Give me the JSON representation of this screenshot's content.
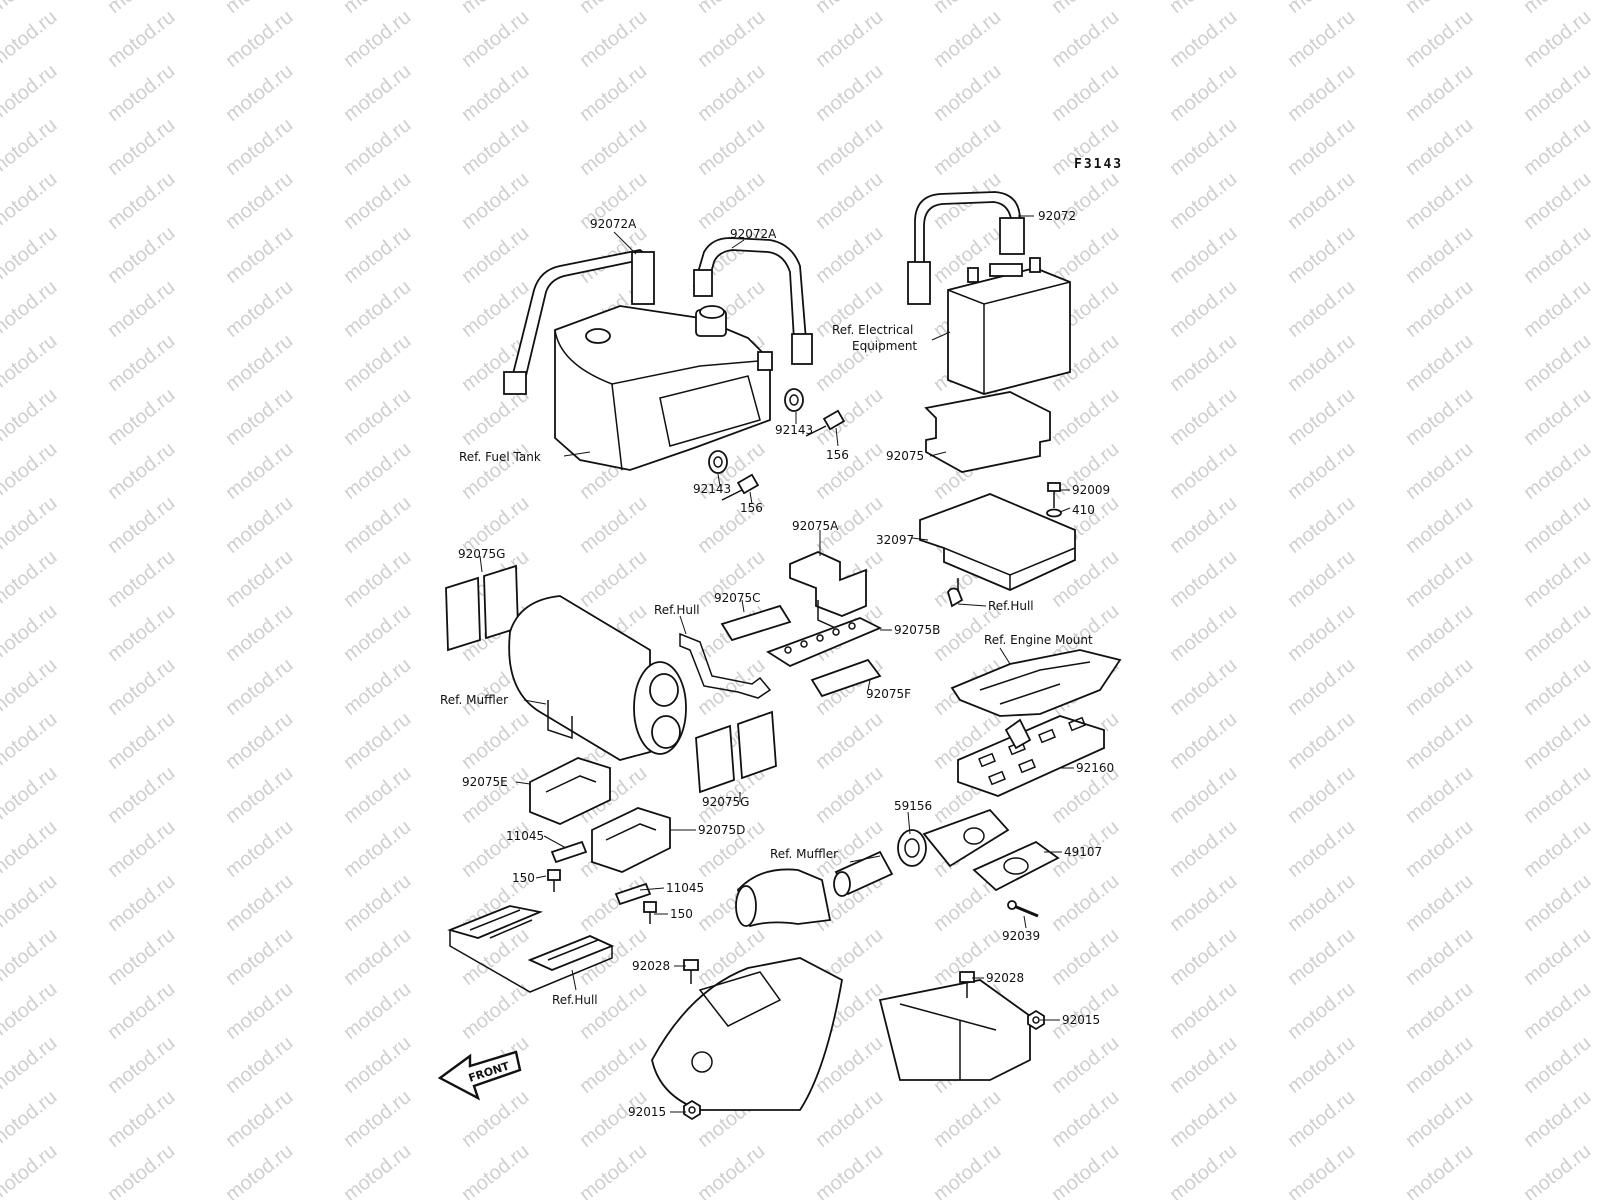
{
  "drawing_id": "F3143",
  "watermark": "motod.ru",
  "front_marker": "FRONT",
  "callouts": [
    {
      "id": "c-92072",
      "text": "92072"
    },
    {
      "id": "c-92072a-left",
      "text": "92072A"
    },
    {
      "id": "c-92072a-right",
      "text": "92072A"
    },
    {
      "id": "c-ref-electrical-1",
      "text": "Ref. Electrical"
    },
    {
      "id": "c-ref-electrical-2",
      "text": "Equipment"
    },
    {
      "id": "c-92143-upper",
      "text": "92143"
    },
    {
      "id": "c-156-upper",
      "text": "156"
    },
    {
      "id": "c-ref-fuel-tank",
      "text": "Ref. Fuel Tank"
    },
    {
      "id": "c-92143-lower",
      "text": "92143"
    },
    {
      "id": "c-156-lower",
      "text": "156"
    },
    {
      "id": "c-92075",
      "text": "92075"
    },
    {
      "id": "c-92009",
      "text": "92009"
    },
    {
      "id": "c-410",
      "text": "410"
    },
    {
      "id": "c-92075a",
      "text": "92075A"
    },
    {
      "id": "c-32097",
      "text": "32097"
    },
    {
      "id": "c-92075g-upper",
      "text": "92075G"
    },
    {
      "id": "c-ref-hull-right",
      "text": "Ref.Hull"
    },
    {
      "id": "c-92075c",
      "text": "92075C"
    },
    {
      "id": "c-ref-hull-mid",
      "text": "Ref.Hull"
    },
    {
      "id": "c-92075b",
      "text": "92075B"
    },
    {
      "id": "c-ref-engine-mount",
      "text": "Ref. Engine Mount"
    },
    {
      "id": "c-ref-muffler-left",
      "text": "Ref. Muffler"
    },
    {
      "id": "c-92075f",
      "text": "92075F"
    },
    {
      "id": "c-92160",
      "text": "92160"
    },
    {
      "id": "c-92075e",
      "text": "92075E"
    },
    {
      "id": "c-92075g-lower",
      "text": "92075G"
    },
    {
      "id": "c-59156",
      "text": "59156"
    },
    {
      "id": "c-11045-left",
      "text": "11045"
    },
    {
      "id": "c-92075d",
      "text": "92075D"
    },
    {
      "id": "c-ref-muffler-mid",
      "text": "Ref. Muffler"
    },
    {
      "id": "c-49107",
      "text": "49107"
    },
    {
      "id": "c-150-left",
      "text": "150"
    },
    {
      "id": "c-11045-right",
      "text": "11045"
    },
    {
      "id": "c-150-right",
      "text": "150"
    },
    {
      "id": "c-92039",
      "text": "92039"
    },
    {
      "id": "c-ref-hull-bottom",
      "text": "Ref.Hull"
    },
    {
      "id": "c-92028-left",
      "text": "92028"
    },
    {
      "id": "c-92028-right",
      "text": "92028"
    },
    {
      "id": "c-92015-right",
      "text": "92015"
    },
    {
      "id": "c-92015-bottom",
      "text": "92015"
    }
  ]
}
